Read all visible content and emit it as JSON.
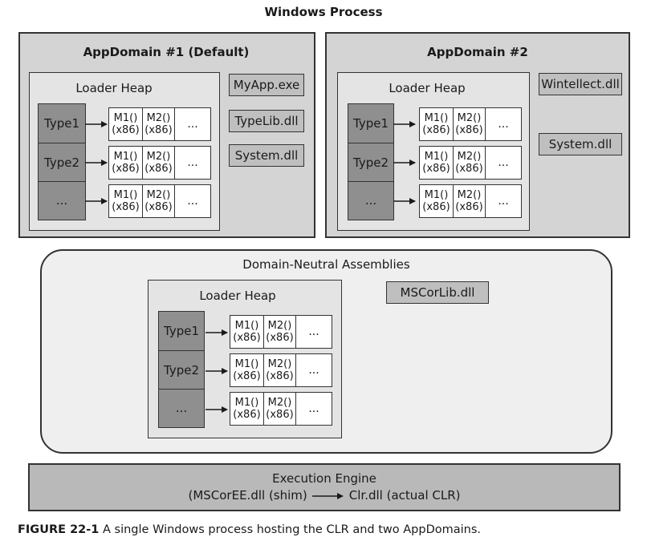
{
  "process_title": "Windows Process",
  "appdomains": [
    {
      "title": "AppDomain #1 (Default)",
      "loader_heap_label": "Loader Heap",
      "assemblies": [
        "MyApp.exe",
        "TypeLib.dll",
        "System.dll"
      ]
    },
    {
      "title": "AppDomain #2",
      "loader_heap_label": "Loader Heap",
      "assemblies": [
        "Wintellect.dll",
        "System.dll"
      ]
    }
  ],
  "neutral": {
    "title": "Domain-Neutral Assemblies",
    "loader_heap_label": "Loader Heap",
    "assemblies": [
      "MSCorLib.dll"
    ]
  },
  "type_rows": [
    {
      "type": "Type1",
      "m1": "M1()",
      "m1_arch": "(x86)",
      "m2": "M2()",
      "m2_arch": "(x86)",
      "more": "..."
    },
    {
      "type": "Type2",
      "m1": "M1()",
      "m1_arch": "(x86)",
      "m2": "M2()",
      "m2_arch": "(x86)",
      "more": "..."
    },
    {
      "type": "...",
      "m1": "M1()",
      "m1_arch": "(x86)",
      "m2": "M2()",
      "m2_arch": "(x86)",
      "more": "..."
    }
  ],
  "engine": {
    "title": "Execution Engine",
    "shim": "(MSCorEE.dll (shim)",
    "clr": "Clr.dll (actual CLR)"
  },
  "caption": {
    "label": "FIGURE 22-1",
    "text": "A single Windows process hosting the CLR and two AppDomains."
  }
}
